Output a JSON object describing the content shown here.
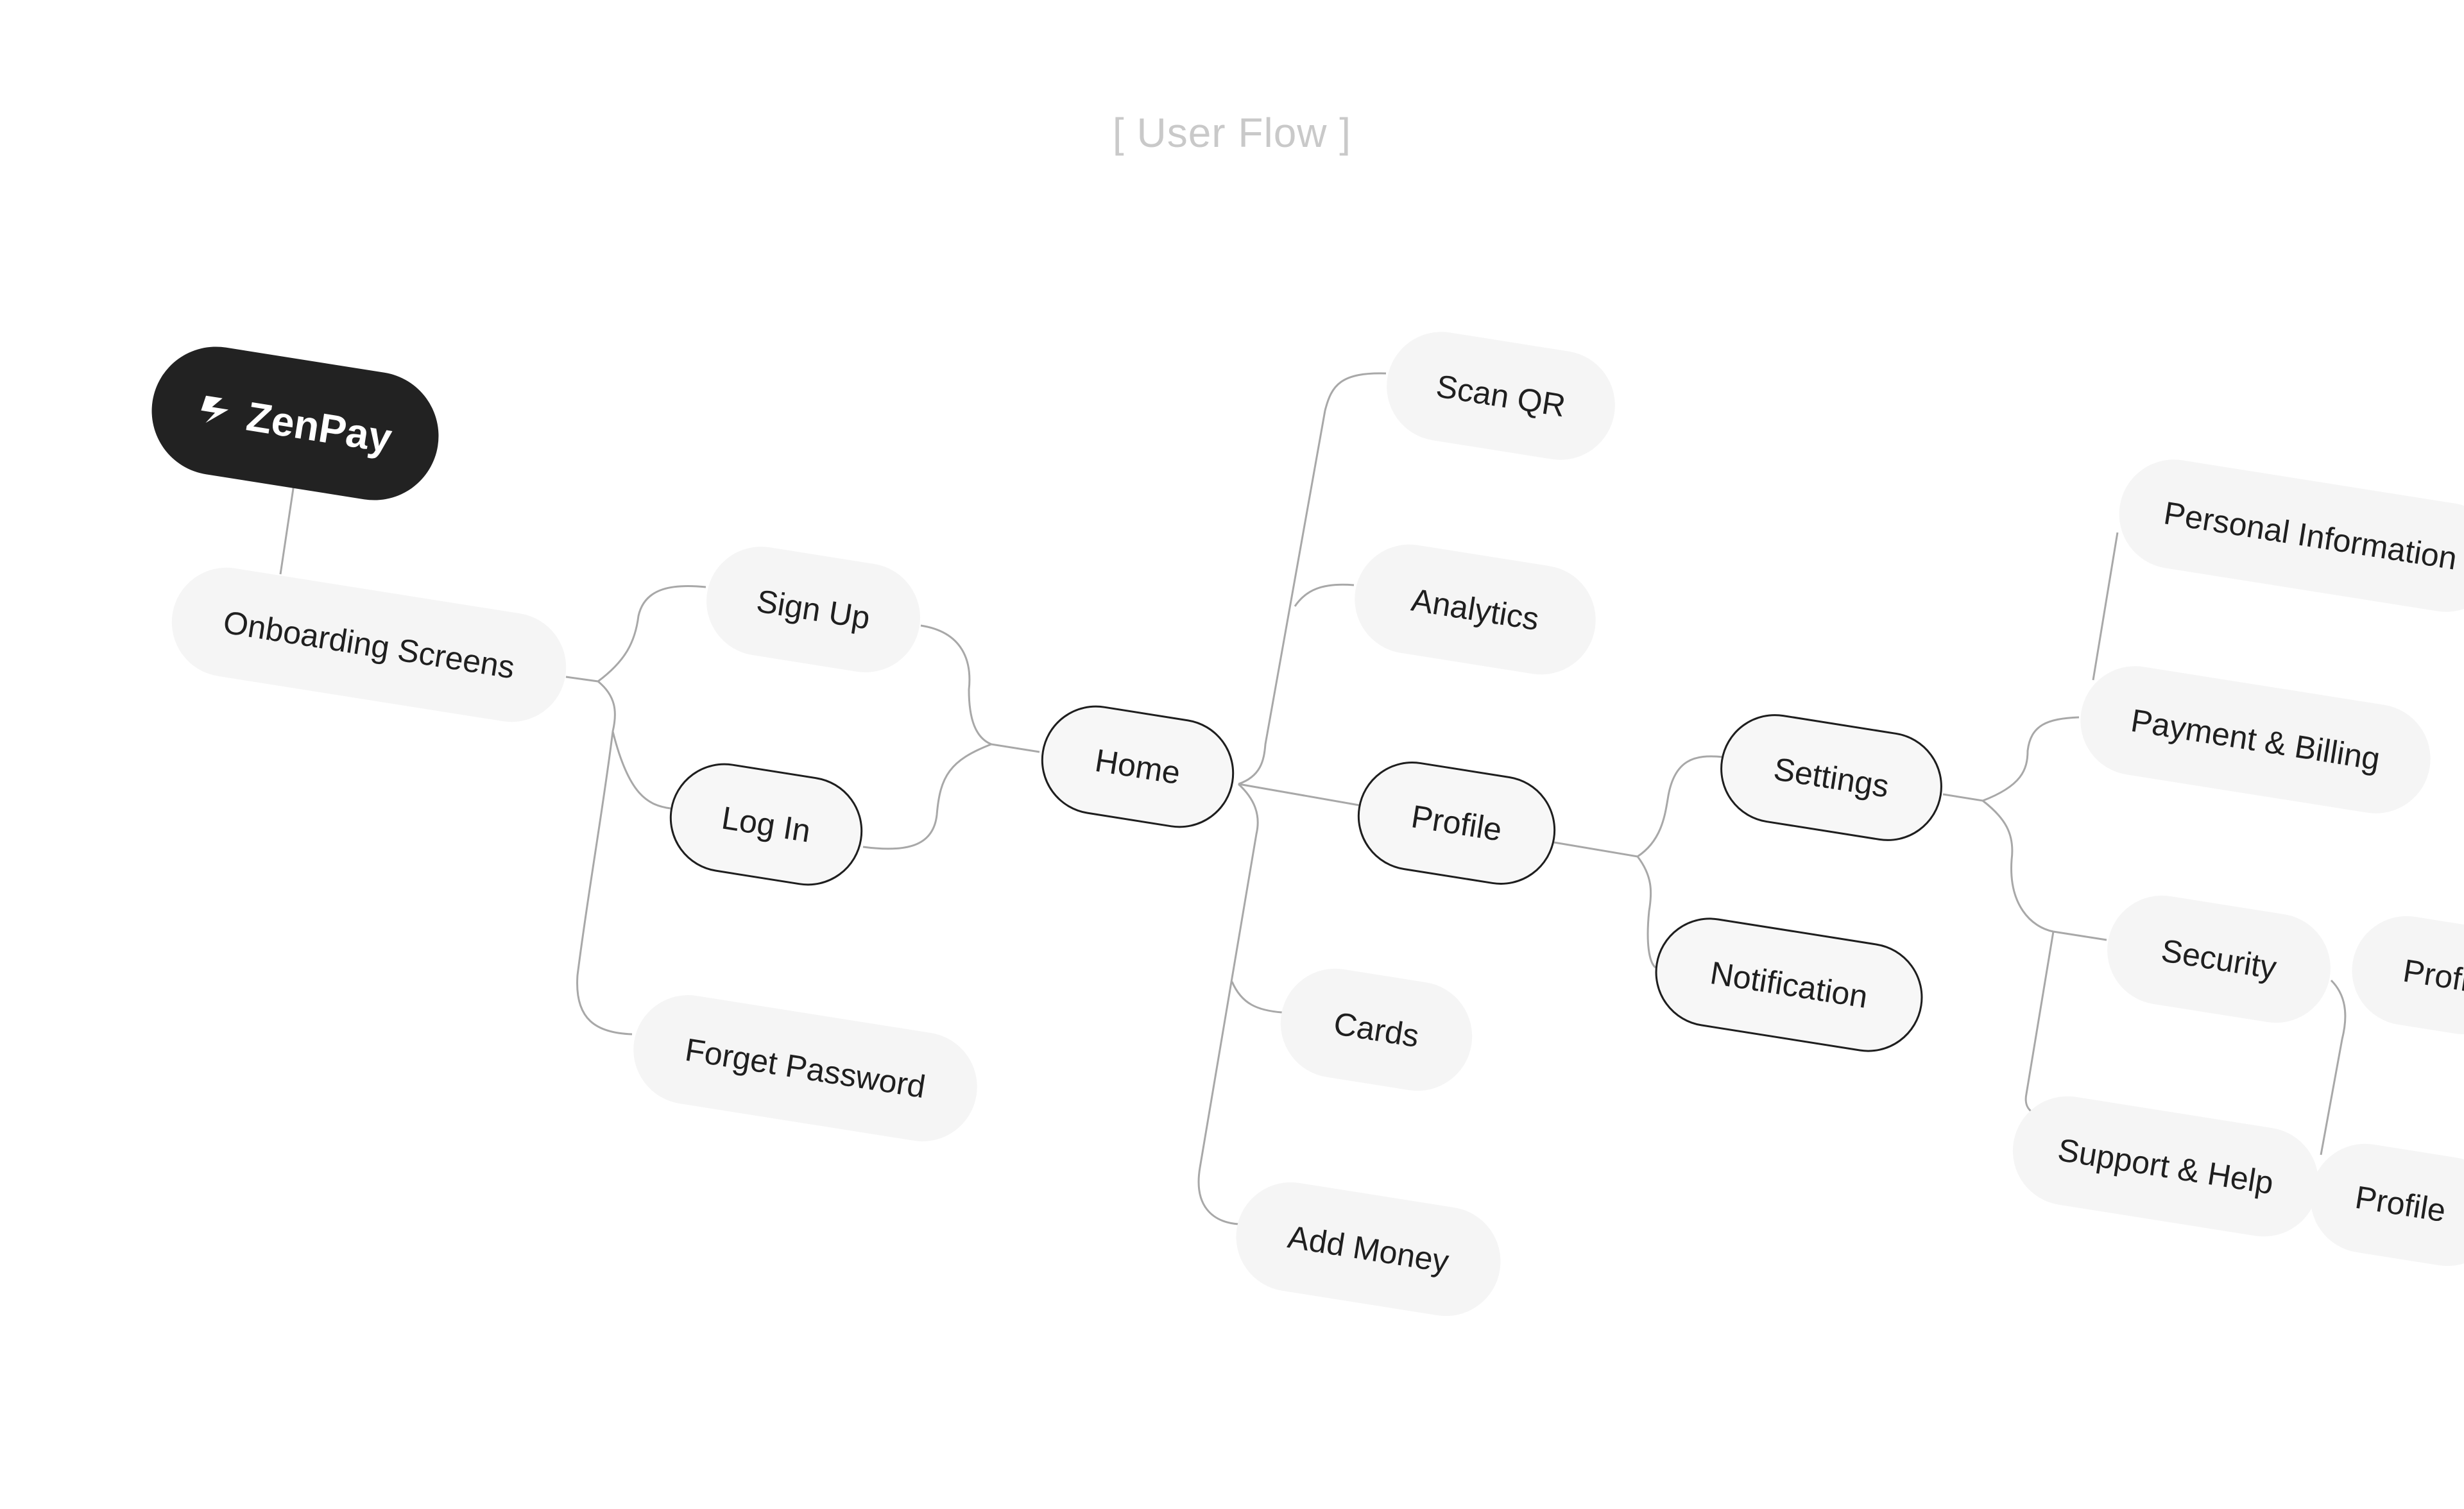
{
  "header": {
    "title": "[ User Flow ]"
  },
  "brand": {
    "name": "ZenPay",
    "icon": "lightning-bolt-icon"
  },
  "nodes": {
    "onboarding": "Onboarding Screens",
    "signup": "Sign Up",
    "login": "Log In",
    "forget": "Forget Password",
    "home": "Home",
    "scanqr": "Scan QR",
    "analytics": "Analytics",
    "profile": "Profile",
    "cards": "Cards",
    "addmoney": "Add Money",
    "settings": "Settings",
    "notification": "Notification",
    "personal": "Personal Information",
    "payment": "Payment & Billing",
    "security": "Security",
    "support": "Support & Help",
    "profile_partial": "Profi",
    "profile2": "Profile"
  },
  "colors": {
    "background": "#ffffff",
    "node_fill": "#f5f5f5",
    "node_dark": "#222222",
    "connector": "#a8a8a8",
    "title": "#c9c9c9"
  }
}
